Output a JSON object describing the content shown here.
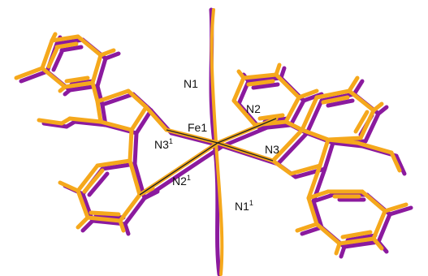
{
  "colors": {
    "overlay_a": "#F5A81C",
    "overlay_b": "#8B1A9E",
    "label": "#111111",
    "background": "#FFFFFF"
  },
  "labels": [
    {
      "id": "n1",
      "base": "N1",
      "sup": ""
    },
    {
      "id": "fe1",
      "base": "Fe1",
      "sup": ""
    },
    {
      "id": "n2",
      "base": "N2",
      "sup": ""
    },
    {
      "id": "n3p",
      "base": "N3",
      "sup": "1"
    },
    {
      "id": "n3",
      "base": "N3",
      "sup": ""
    },
    {
      "id": "n2p",
      "base": "N2",
      "sup": "1"
    },
    {
      "id": "n1p",
      "base": "N1",
      "sup": "1"
    }
  ]
}
